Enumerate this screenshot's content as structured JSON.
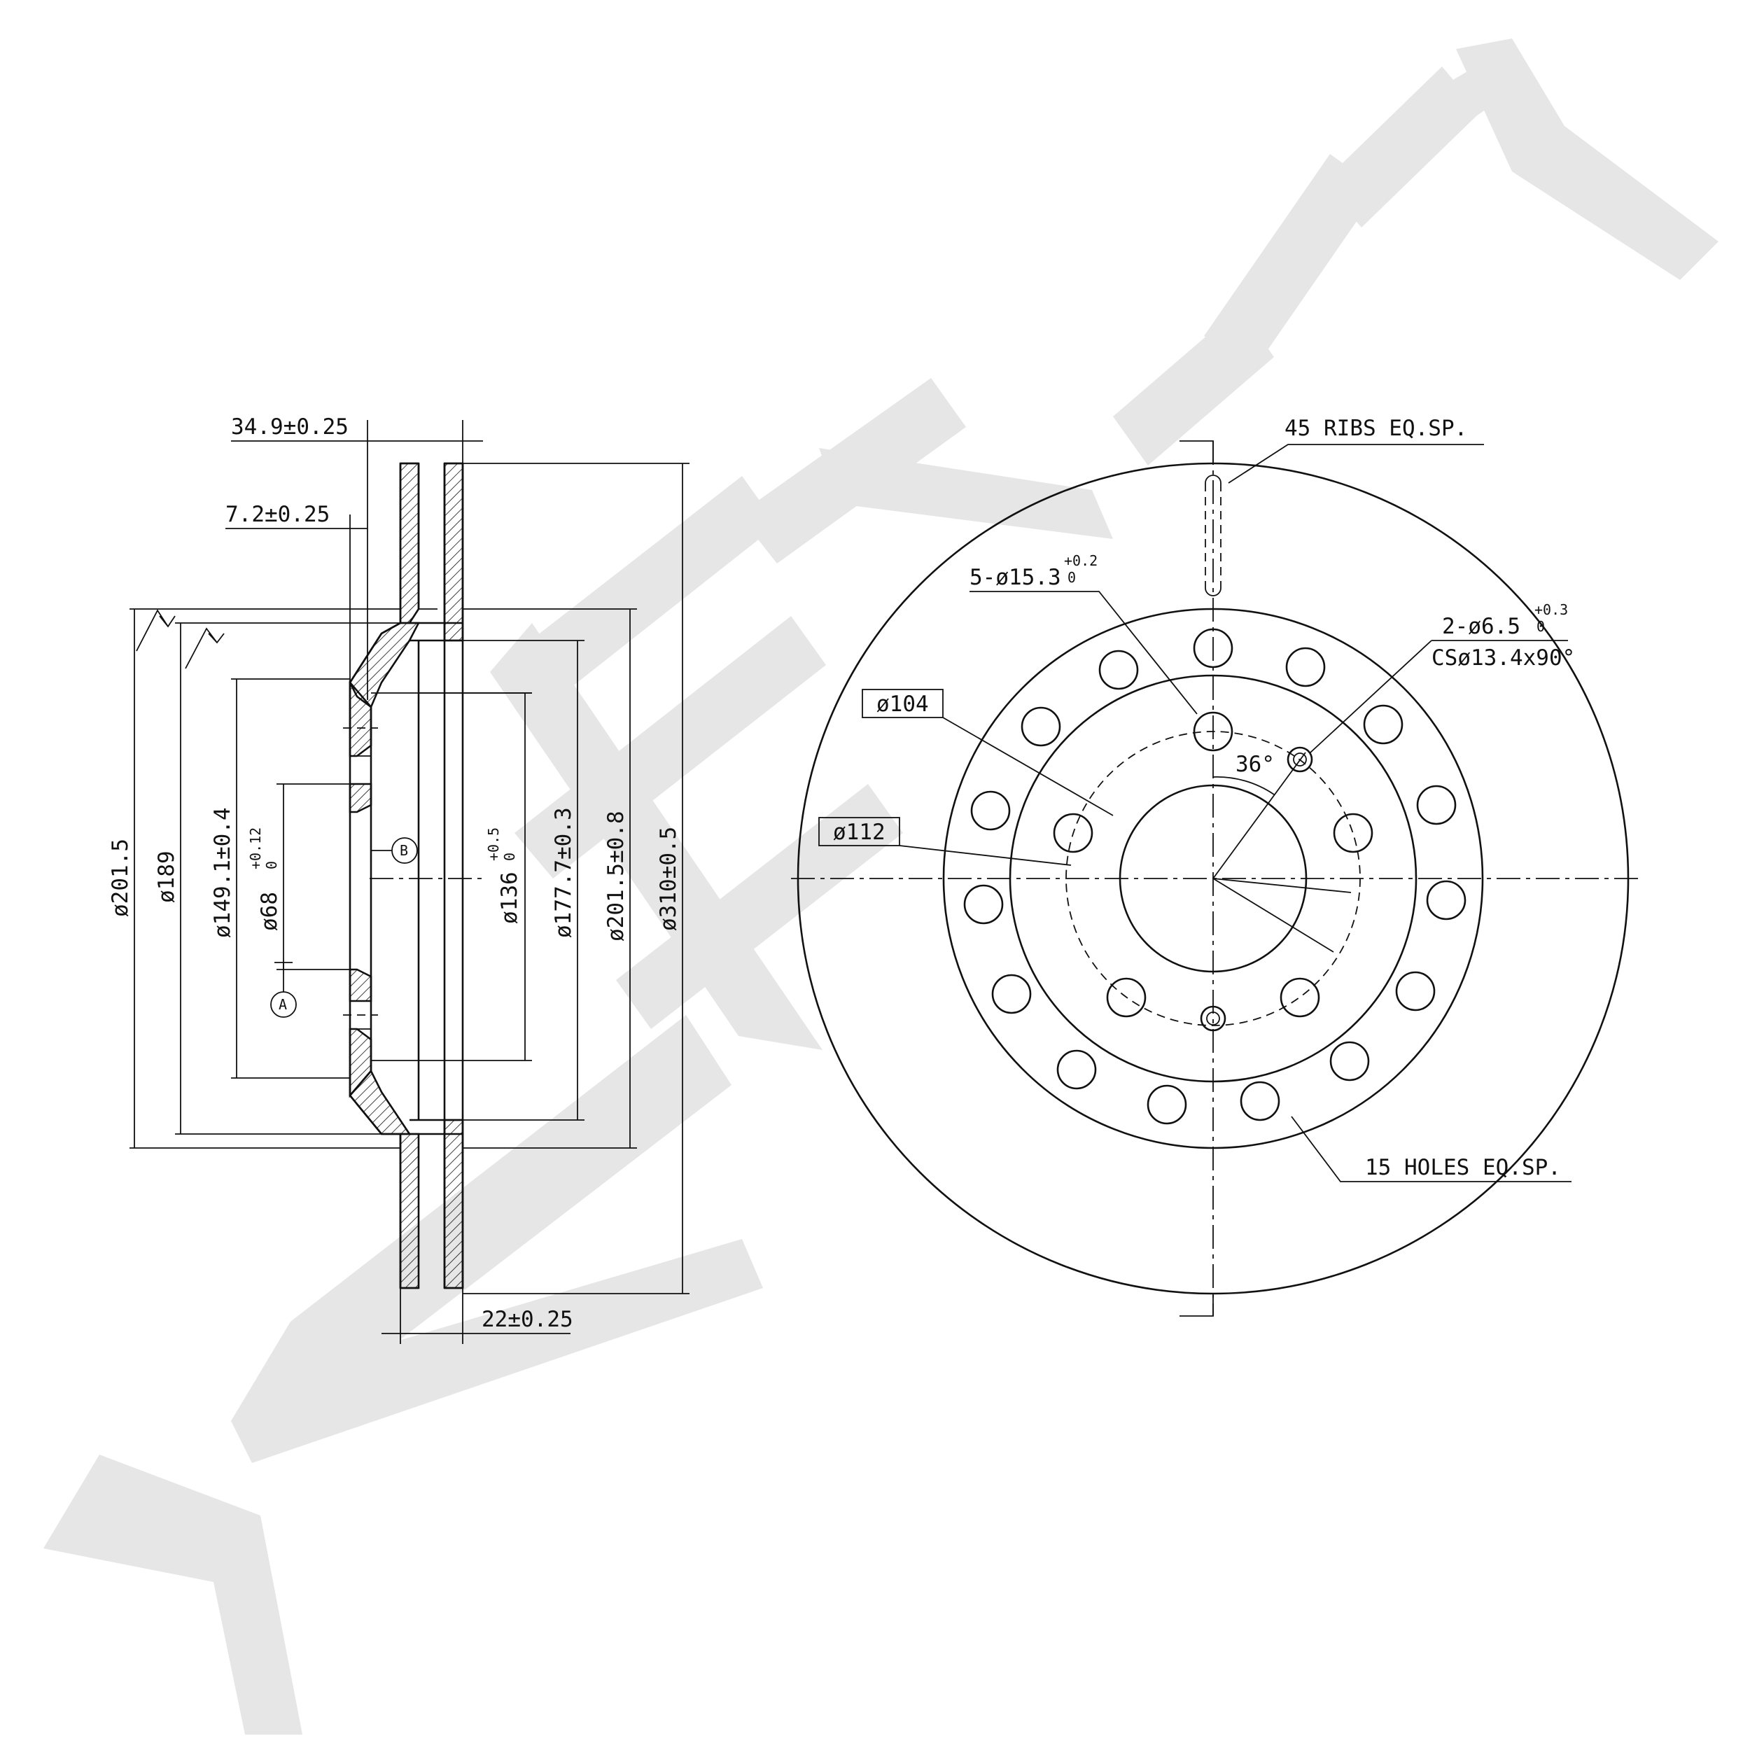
{
  "watermark": {
    "text": "ZENTEK",
    "color": "#e6e6e6"
  },
  "section_view": {
    "dim_offset": "34.9±0.25",
    "dim_hat_thickness": "7.2±0.25",
    "dim_thickness": "22±0.25",
    "dia_201_5_left": "ø201.5",
    "dia_189": "ø189",
    "dia_149_1": "ø149.1±0.4",
    "dia_68": "ø68",
    "dia_68_tol_upper": "+0.12",
    "dia_68_tol_lower": "0",
    "dia_136": "ø136",
    "dia_136_tol_upper": "+0.5",
    "dia_136_tol_lower": "0",
    "dia_177_7": "ø177.7±0.3",
    "dia_201_5_right": "ø201.5±0.8",
    "dia_310": "ø310±0.5",
    "datum_a": "A",
    "datum_b": "B"
  },
  "front_view": {
    "ribs_note": "45 RIBS EQ.SP.",
    "holes_note": "15 HOLES EQ.SP.",
    "bolt_holes": "5-ø15.3",
    "bolt_holes_tol_upper": "+0.2",
    "bolt_holes_tol_lower": "0",
    "screw_holes": "2-ø6.5",
    "screw_holes_tol_upper": "+0.3",
    "screw_holes_tol_lower": "0",
    "countersink": "CSø13.4x90°",
    "pcd_104": "ø104",
    "pcd_112": "ø112",
    "angle": "36°"
  }
}
